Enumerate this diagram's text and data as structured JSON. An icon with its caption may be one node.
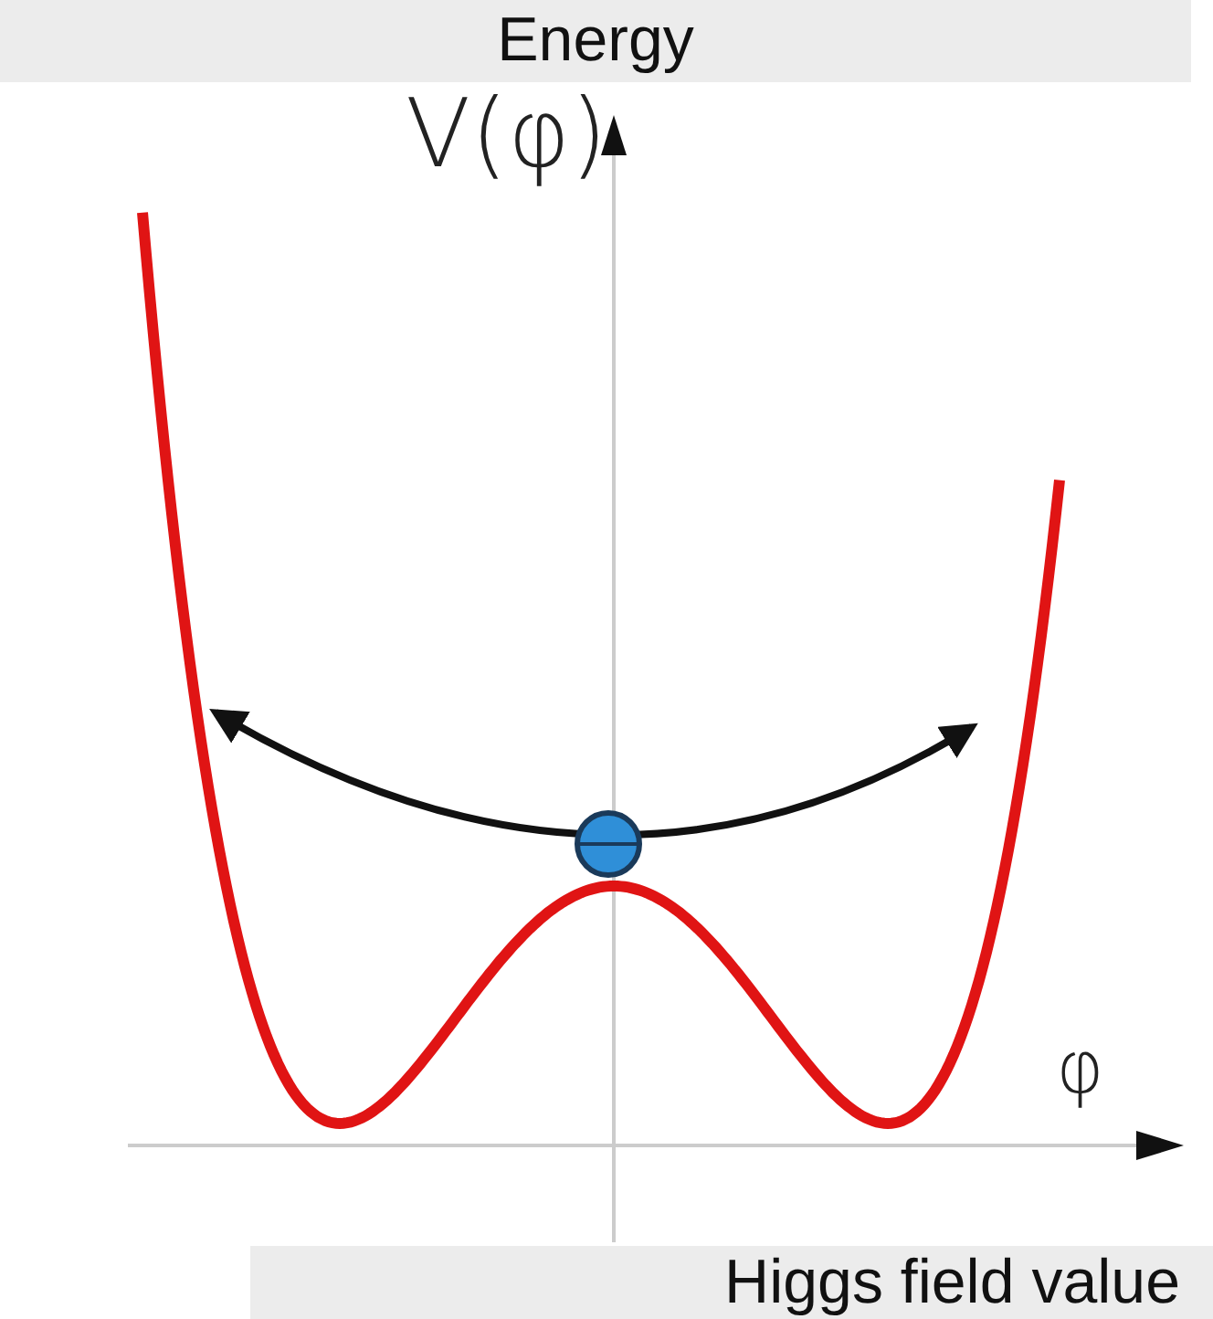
{
  "diagram": {
    "nodes": [
      {
        "text": [
          "Energy"
        ]
      },
      {
        "text": [
          "Higgs field value"
        ]
      }
    ],
    "labels": [
      "V(φ)",
      "φ"
    ]
  }
}
